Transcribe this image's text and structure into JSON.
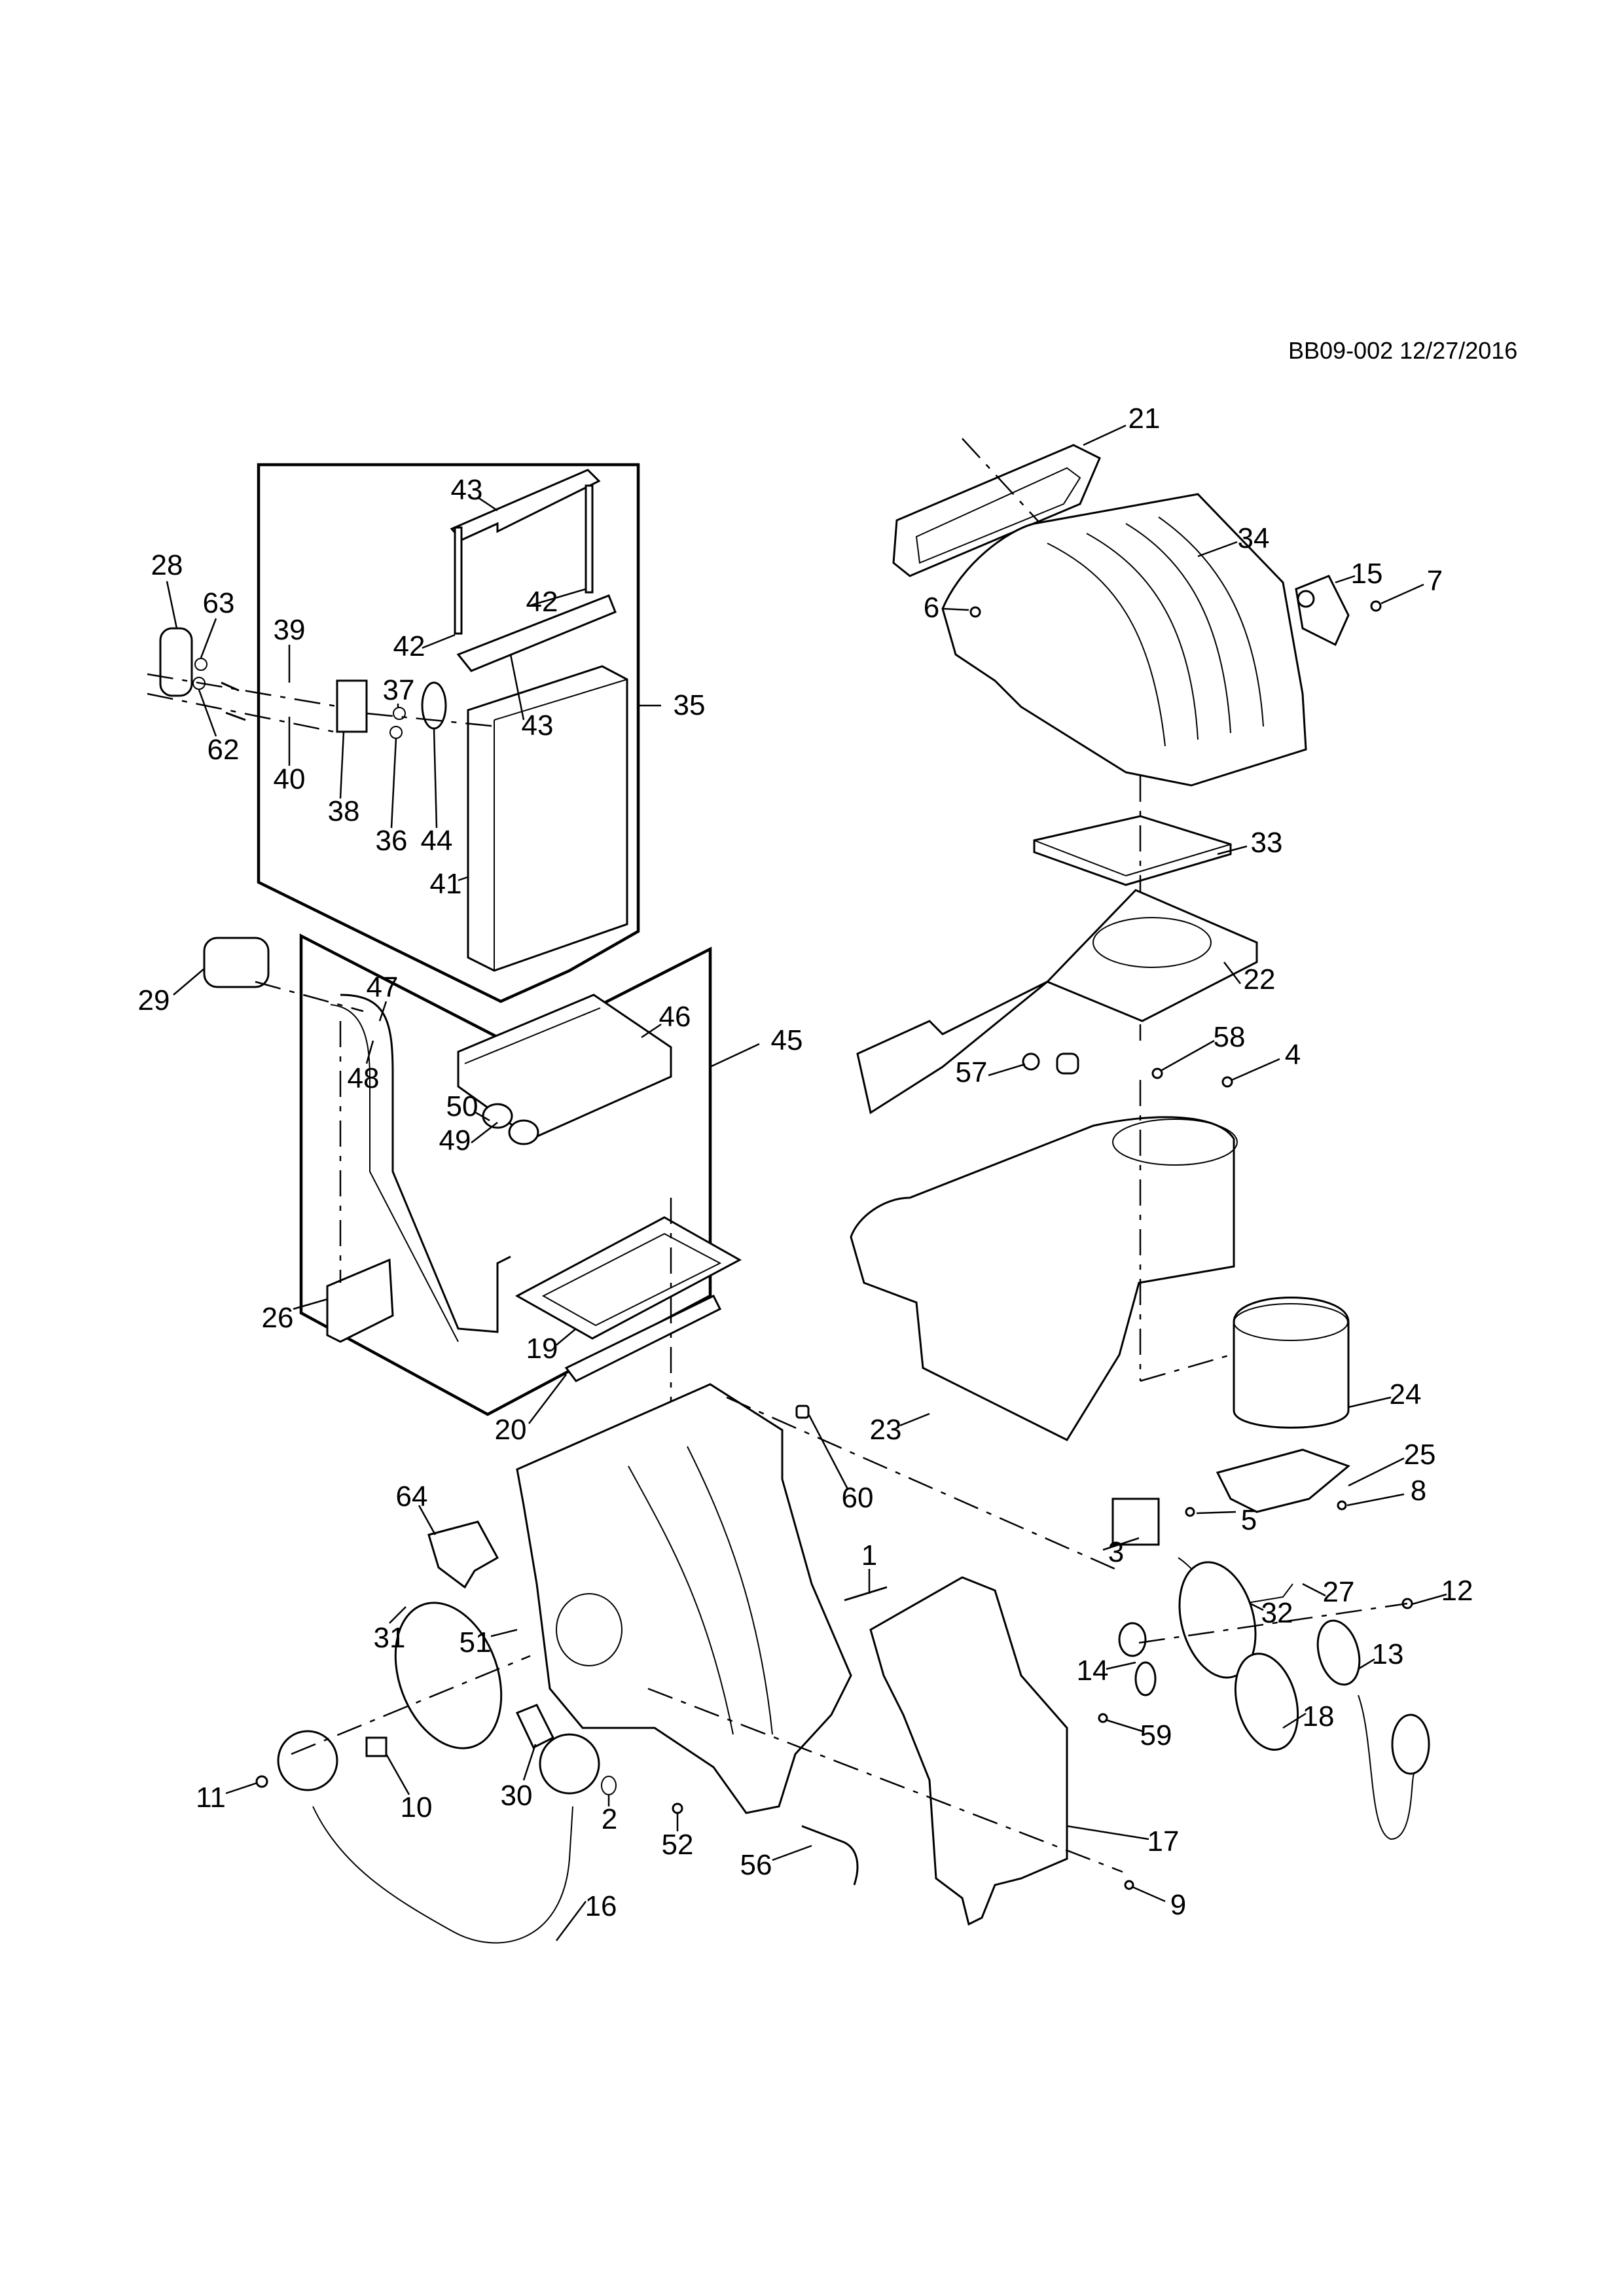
{
  "document": {
    "id_stamp": "BB09-002 12/27/2016",
    "background": "#ffffff",
    "ink": "#000000"
  },
  "callouts": {
    "c1": "1",
    "c2": "2",
    "c3": "3",
    "c4": "4",
    "c5": "5",
    "c6": "6",
    "c7": "7",
    "c8": "8",
    "c9": "9",
    "c10": "10",
    "c11": "11",
    "c12": "12",
    "c13": "13",
    "c14": "14",
    "c15": "15",
    "c16": "16",
    "c17": "17",
    "c18": "18",
    "c19": "19",
    "c20": "20",
    "c21": "21",
    "c22": "22",
    "c23": "23",
    "c24": "24",
    "c25": "25",
    "c26": "26",
    "c27": "27",
    "c28": "28",
    "c29": "29",
    "c30": "30",
    "c31": "31",
    "c32": "32",
    "c33": "33",
    "c34": "34",
    "c35": "35",
    "c36": "36",
    "c37": "37",
    "c38": "38",
    "c39": "39",
    "c40": "40",
    "c41": "41",
    "c42a": "42",
    "c42b": "42",
    "c43a": "43",
    "c43b": "43",
    "c44": "44",
    "c45": "45",
    "c46": "46",
    "c47": "47",
    "c48": "48",
    "c49": "49",
    "c50": "50",
    "c51": "51",
    "c52": "52",
    "c56": "56",
    "c57": "57",
    "c58": "58",
    "c59": "59",
    "c60": "60",
    "c62": "62",
    "c63": "63",
    "c64": "64"
  },
  "groups": {
    "evaporator_kit": {
      "ref": "35",
      "members": [
        "36",
        "37",
        "38",
        "39",
        "40",
        "41",
        "42",
        "43",
        "44"
      ]
    },
    "heater_core_kit": {
      "ref": "45",
      "members": [
        "46",
        "47",
        "48",
        "49",
        "50"
      ]
    }
  }
}
